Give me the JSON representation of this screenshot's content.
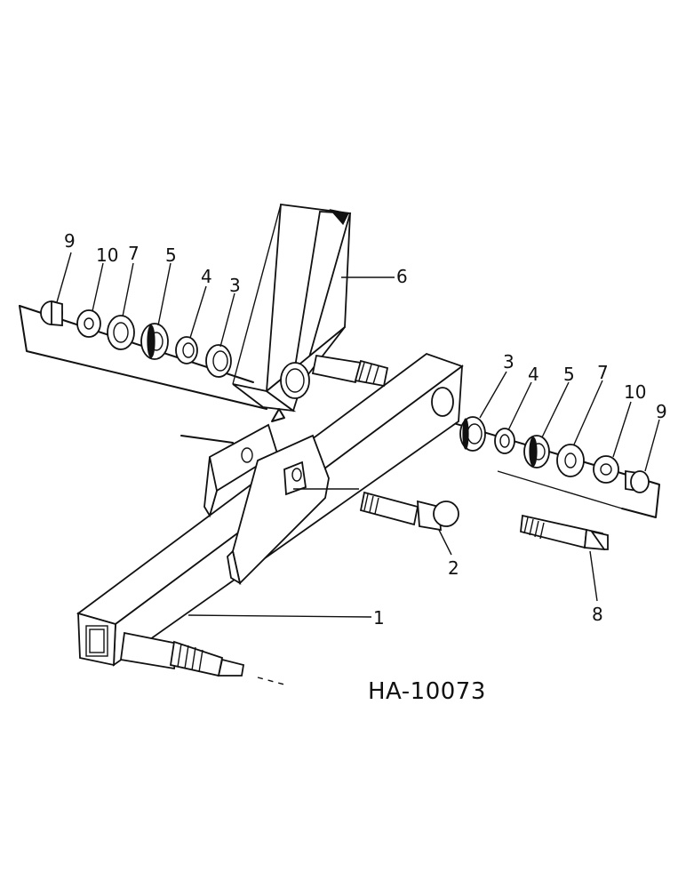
{
  "diagram": {
    "drawing_code": "HA-10073",
    "callouts": {
      "left_9": "9",
      "left_10": "10",
      "left_7": "7",
      "left_5": "5",
      "left_4": "4",
      "left_3": "3",
      "tube_6": "6",
      "right_3": "3",
      "right_4": "4",
      "right_5": "5",
      "right_7": "7",
      "right_10": "10",
      "right_9": "9",
      "pin_2": "2",
      "bolt_8": "8",
      "frame_1": "1"
    }
  }
}
